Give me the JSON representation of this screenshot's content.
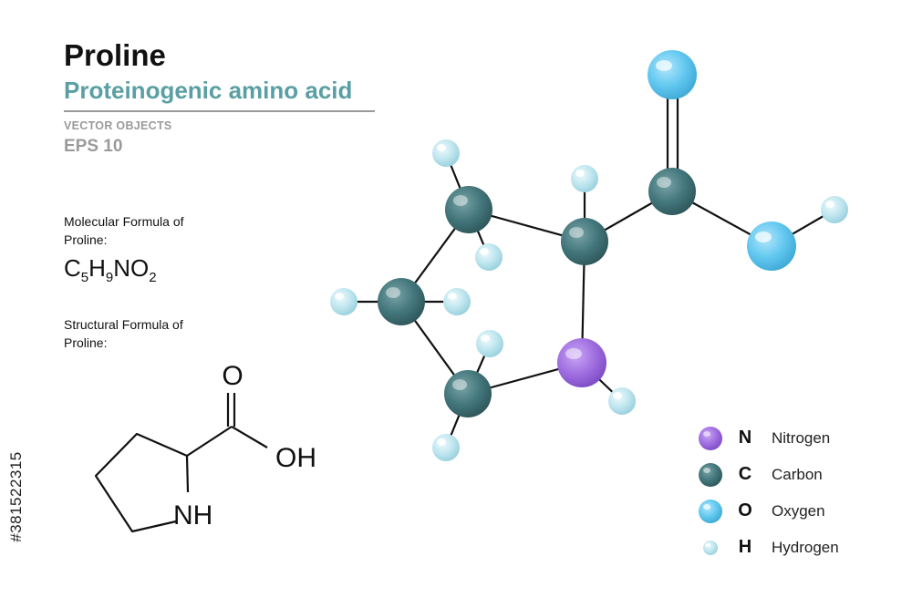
{
  "header": {
    "title": "Proline",
    "subtitle": "Proteinogenic amino acid",
    "vector_label": "VECTOR OBJECTS",
    "eps_label": "EPS 10"
  },
  "molecular": {
    "label": "Molecular Formula of\nProline:",
    "formula_parts": [
      "C",
      "5",
      "H",
      "9",
      "NO",
      "2"
    ]
  },
  "structural": {
    "label": "Structural  Formula of\nProline:",
    "o_label": "O",
    "oh_label": "OH",
    "nh_label": "NH"
  },
  "legend": {
    "items": [
      {
        "symbol": "N",
        "name": "Nitrogen",
        "color": "#a06fe0"
      },
      {
        "symbol": "C",
        "name": "Carbon",
        "color": "#43777c"
      },
      {
        "symbol": "O",
        "name": "Oxygen",
        "color": "#63c8f0"
      },
      {
        "symbol": "H",
        "name": "Hydrogen",
        "color": "#bfe6ef"
      }
    ]
  },
  "side_id": "#381522315",
  "colors": {
    "accent": "#5a9fa3",
    "nitrogen": "#a06fe0",
    "carbon": "#43777c",
    "oxygen": "#63c8f0",
    "hydrogen": "#bfe6ef"
  }
}
